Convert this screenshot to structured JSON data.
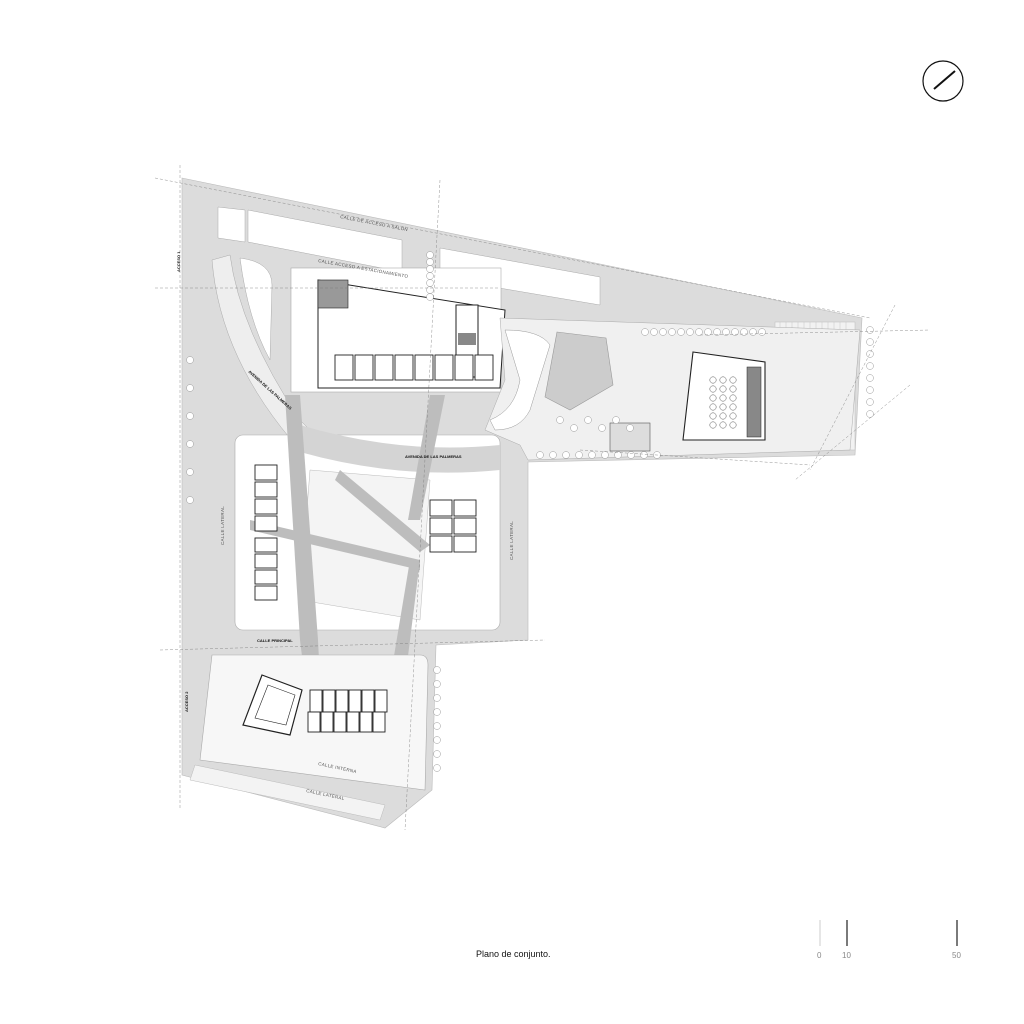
{
  "title": "Plano de conjunto.",
  "scale_bar": {
    "ticks": [
      "0",
      "10",
      "50"
    ]
  },
  "streets": {
    "calle_acceso_salon": "CALLE DE ACCESO A SALÓN",
    "calle_acceso_estacionamiento": "CALLE ACCESO A ESTACIONAMIENTO",
    "acceso_1": "ACCESO 1",
    "avenida_palmeras_diag": "AVENIDA DE LAS PALMERAS",
    "avenida_palmeras": "AVENIDA DE LAS PALMERAS",
    "calle_lateral_w": "CALLE LATERAL",
    "calle_lateral_e": "CALLE LATERAL",
    "calle_principal": "CALLE PRINCIPAL",
    "acceso_2": "ACCESO 2",
    "calle_interna": "CALLE INTERNA",
    "calle_lateral_s": "CALLE LATERAL"
  },
  "colors": {
    "road": "#dcdcdc",
    "path": "#bdbdbd",
    "block": "#ffffff",
    "line": "#222222",
    "green": "#eeeeee"
  }
}
